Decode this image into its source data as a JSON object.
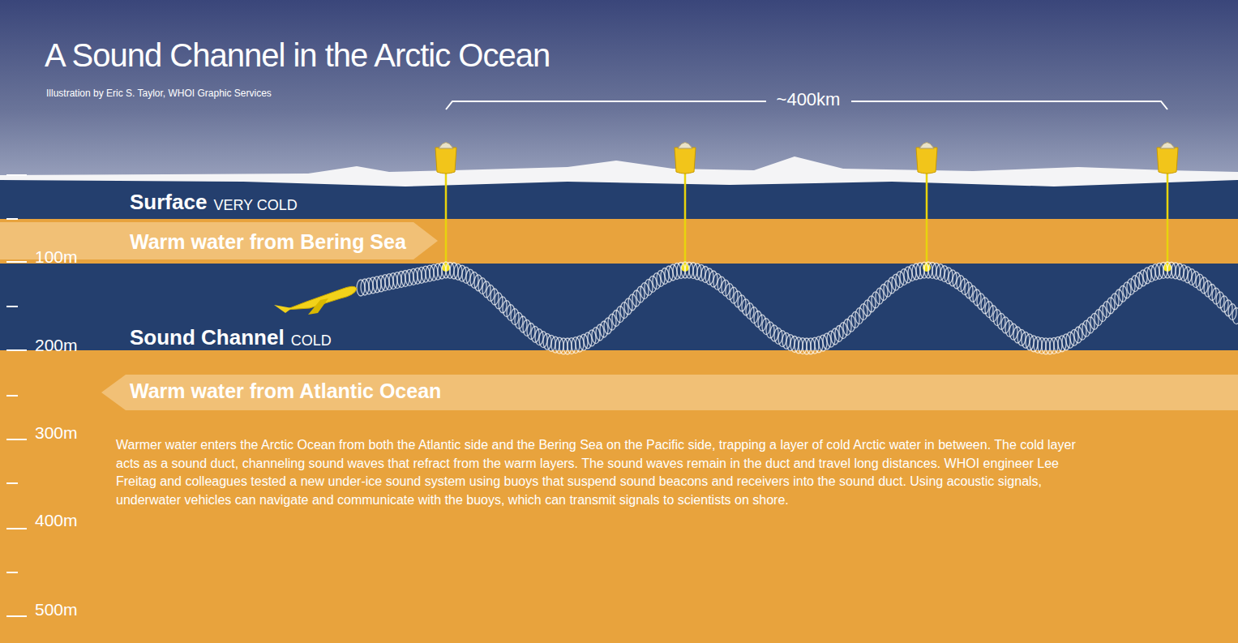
{
  "diagram": {
    "title": "A Sound Channel in the Arctic Ocean",
    "caption": "Warmer water enters the Arctic Ocean from both the Atlantic side and the Bering Sea on the Pacific side, trapping a layer of cold Arctic water in between. The cold layer acts as a sound duct, channeling sound waves that refract from the warm layers. The sound waves remain in the duct and travel long distances. WHOI engineer Lee Freitag and colleagues tested a new under-ice sound system using buoys that suspend sound beacons and receivers into the sound duct. Using acoustic signals, underwater vehicles can navigate and communicate with the buoys, which can transmit signals to scientists on shore.",
    "nodes": [
      {
        "text": [
          "Surface",
          "VERY COLD"
        ]
      },
      {
        "text": [
          "Warm water from Bering Sea"
        ]
      },
      {
        "text": [
          "Sound Channel",
          "COLD"
        ]
      },
      {
        "text": [
          "Warm water from Atlantic Ocean"
        ]
      }
    ],
    "labels": [
      "~400km",
      "Illustration by Eric S. Taylor, WHOI Graphic Services",
      "100m",
      "200m",
      "300m",
      "400m",
      "500m"
    ]
  }
}
